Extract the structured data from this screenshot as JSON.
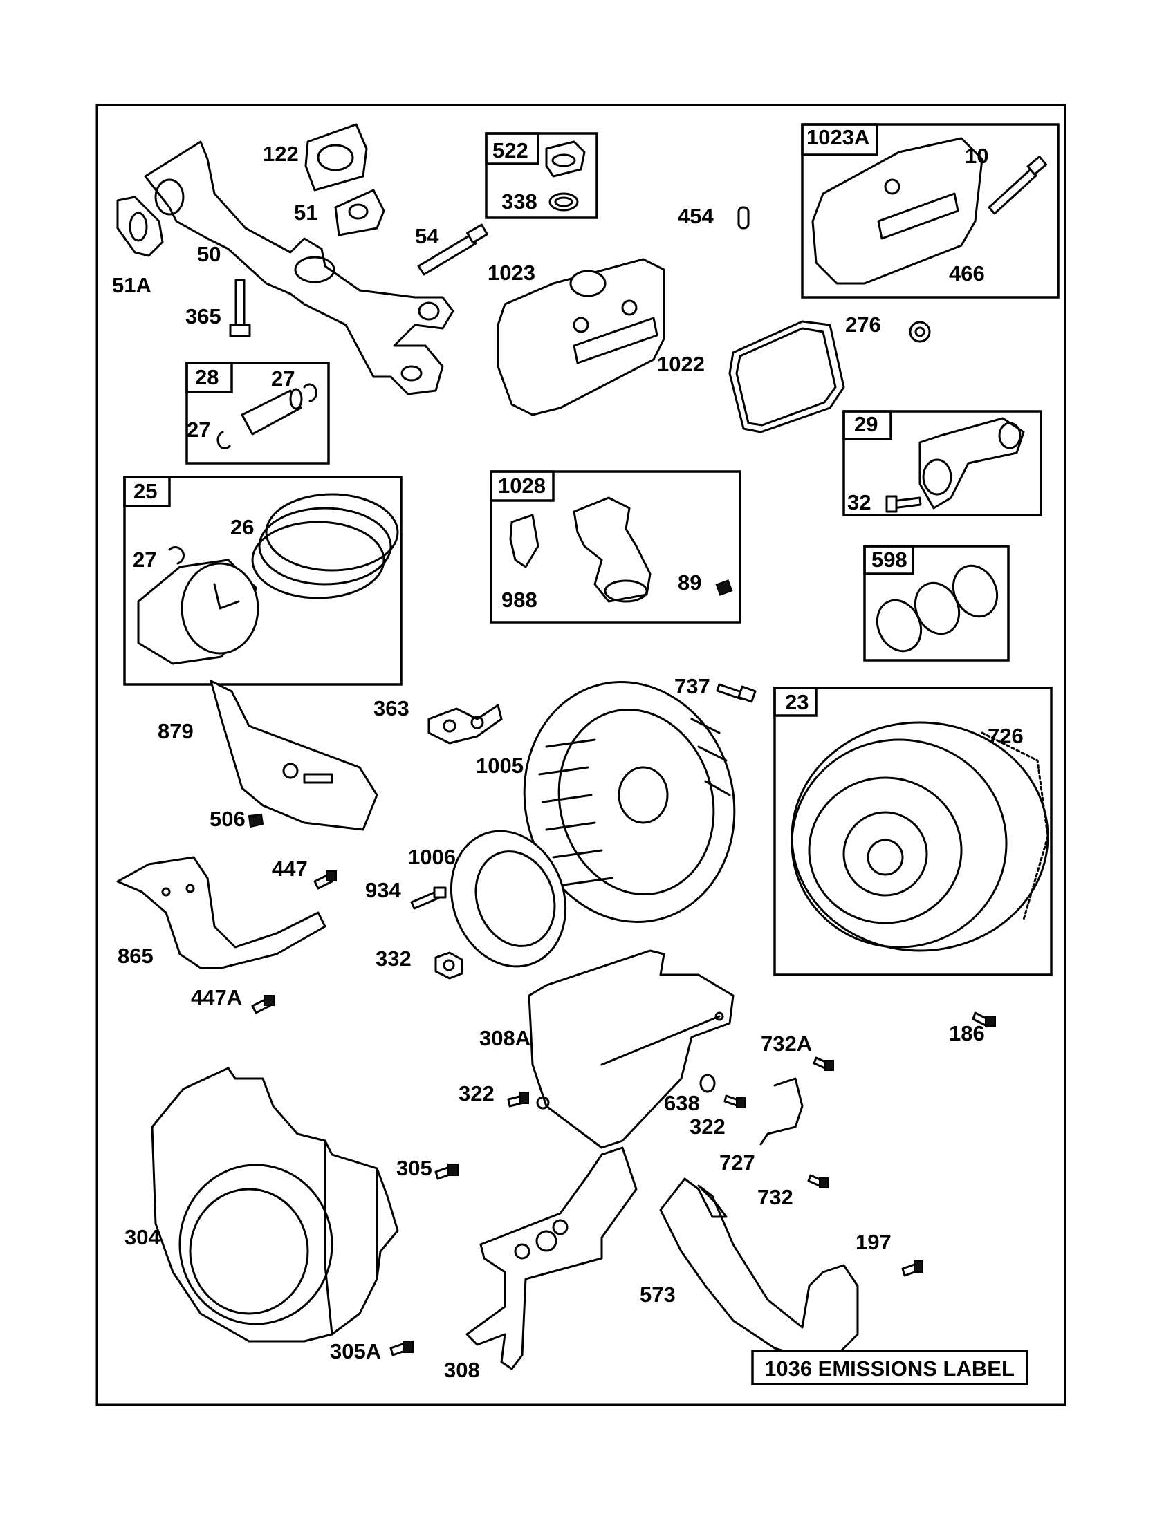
{
  "labels": {
    "p122": "122",
    "p51": "51",
    "p51A": "51A",
    "p50": "50",
    "p365": "365",
    "p522": "522",
    "p338": "338",
    "p54": "54",
    "p1023": "1023",
    "p454": "454",
    "p1023A": "1023A",
    "p10": "10",
    "p466": "466",
    "p276": "276",
    "p1022": "1022",
    "p28": "28",
    "p27a": "27",
    "p27b": "27",
    "p29": "29",
    "p32": "32",
    "p25": "25",
    "p26": "26",
    "p27c": "27",
    "p1028": "1028",
    "p988": "988",
    "p89": "89",
    "p598": "598",
    "p737": "737",
    "p23": "23",
    "p726": "726",
    "p363": "363",
    "p879": "879",
    "p1005": "1005",
    "p506": "506",
    "p1006": "1006",
    "p447": "447",
    "p934": "934",
    "p865": "865",
    "p332": "332",
    "p447A": "447A",
    "p186": "186",
    "p308A": "308A",
    "p732A": "732A",
    "p322a": "322",
    "p638": "638",
    "p322b": "322",
    "p727": "727",
    "p305": "305",
    "p732": "732",
    "p304": "304",
    "p197": "197",
    "p573": "573",
    "p305A": "305A",
    "p308": "308"
  },
  "emissions_label": "1036 EMISSIONS LABEL"
}
